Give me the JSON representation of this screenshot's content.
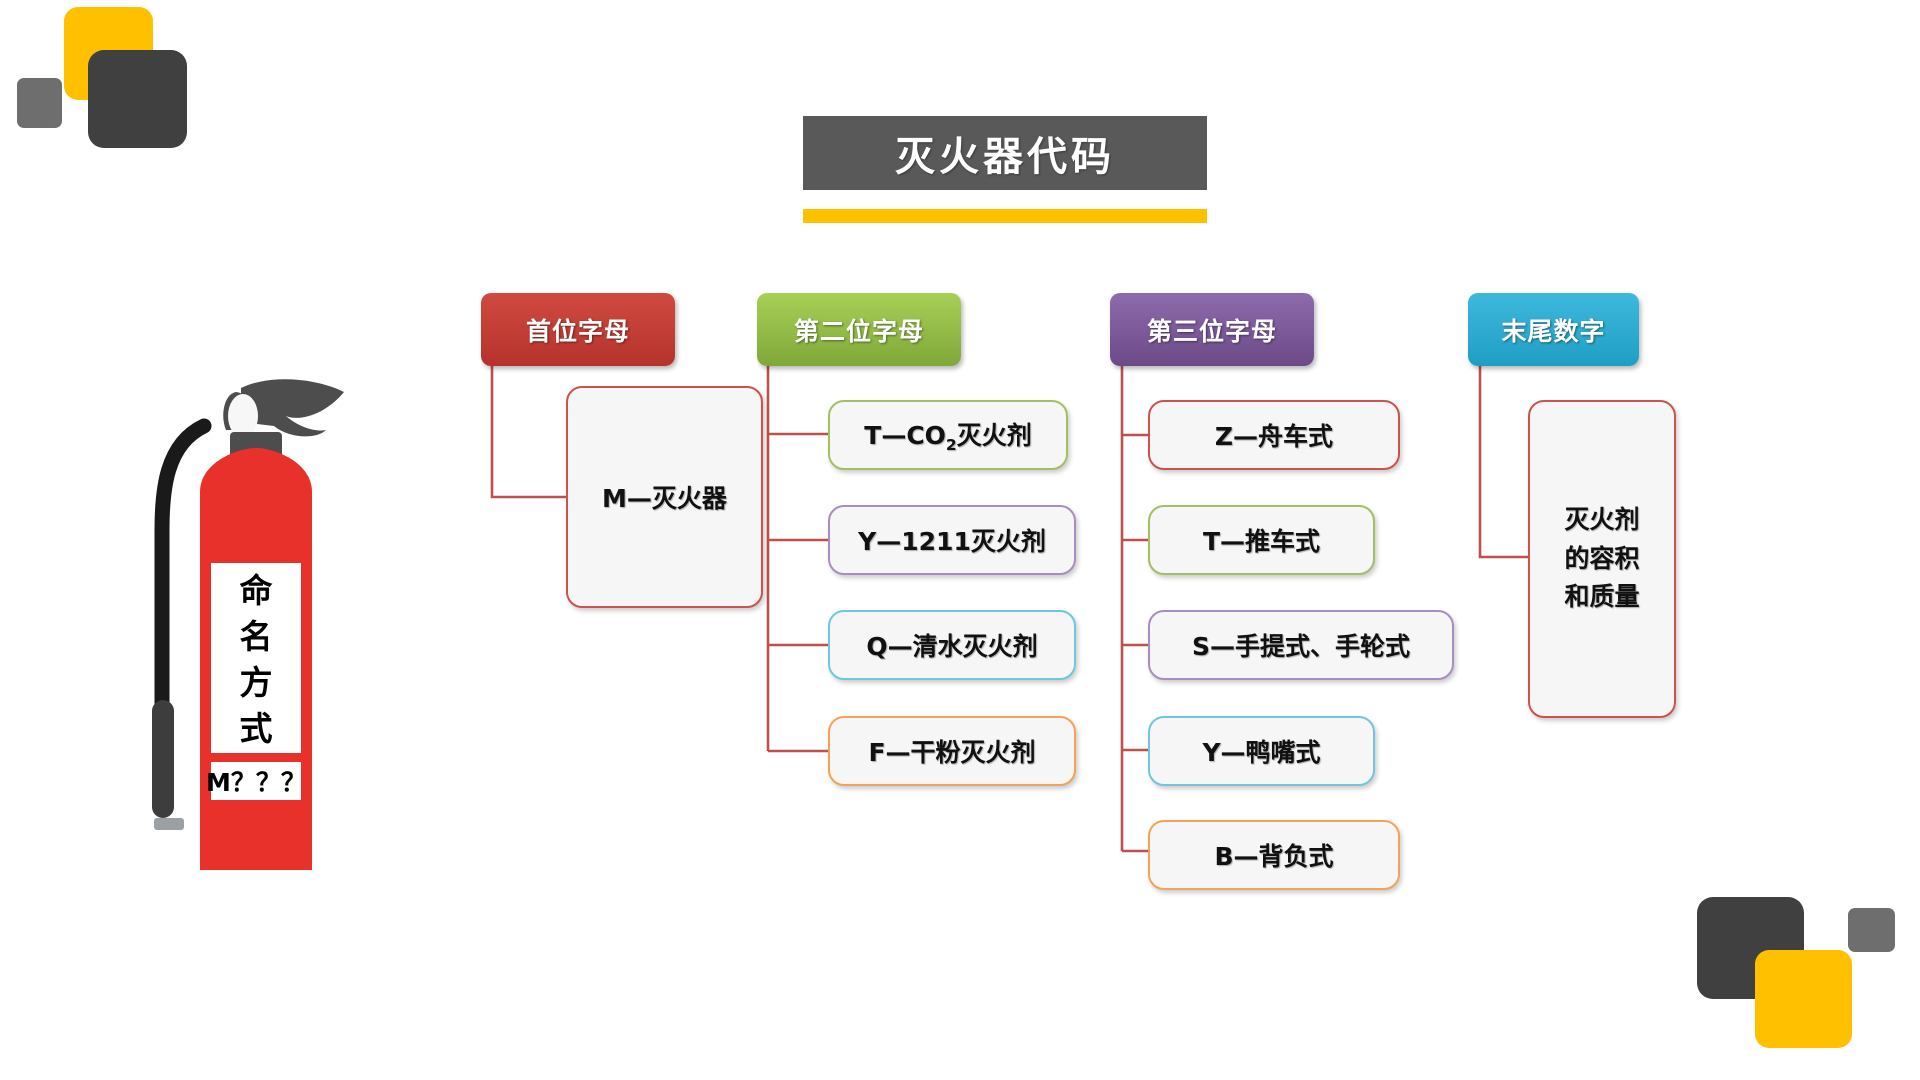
{
  "title": {
    "text": "灭火器代码",
    "banner_color": "#595959",
    "underline_color": "#ffc000"
  },
  "decorations": [
    {
      "name": "deco-tl-gray-small",
      "color": "#6e6e6e"
    },
    {
      "name": "deco-tl-yellow",
      "color": "#ffc000"
    },
    {
      "name": "deco-tl-dark",
      "color": "#404040"
    },
    {
      "name": "deco-br-dark",
      "color": "#404040"
    },
    {
      "name": "deco-br-yellow",
      "color": "#ffc000"
    },
    {
      "name": "deco-br-gray-small",
      "color": "#6e6e6e"
    }
  ],
  "extinguisher": {
    "body_color": "#e8312a",
    "handle_color": "#4d4d4d",
    "hose_color": "#1a1a1a",
    "label_vertical": "命名方式",
    "label_vertical_chars": [
      "命",
      "名",
      "方",
      "式"
    ],
    "label_code": "M？？？"
  },
  "mindmap": {
    "columns": [
      {
        "header": {
          "label": "首位字母",
          "color": "#b5332c",
          "accent": "red"
        },
        "items": [
          {
            "label": "M—灭火器",
            "border": "red"
          }
        ]
      },
      {
        "header": {
          "label": "第二位字母",
          "color": "#7fa83a",
          "accent": "green"
        },
        "items": [
          {
            "label": "T—CO2灭火剂",
            "html": "T—CO<sub>2</sub>灭火剂",
            "border": "green"
          },
          {
            "label": "Y—1211灭火剂",
            "border": "purple"
          },
          {
            "label": "Q—清水灭火剂",
            "border": "cyan"
          },
          {
            "label": "F—干粉灭火剂",
            "border": "orange"
          }
        ]
      },
      {
        "header": {
          "label": "第三位字母",
          "color": "#6c4a88",
          "accent": "purple"
        },
        "items": [
          {
            "label": "Z—舟车式",
            "border": "red"
          },
          {
            "label": "T—推车式",
            "border": "green"
          },
          {
            "label": "S—手提式、手轮式",
            "border": "purple"
          },
          {
            "label": "Y—鸭嘴式",
            "border": "cyan"
          },
          {
            "label": "B—背负式",
            "border": "orange"
          }
        ]
      },
      {
        "header": {
          "label": "末尾数字",
          "color": "#1f9ec4",
          "accent": "cyan"
        },
        "items": [
          {
            "label": "灭火剂的容积和质量",
            "lines": [
              "灭火剂",
              "的容积",
              "和质量"
            ],
            "border": "red"
          }
        ]
      }
    ],
    "connector_color": "#c0504d"
  }
}
